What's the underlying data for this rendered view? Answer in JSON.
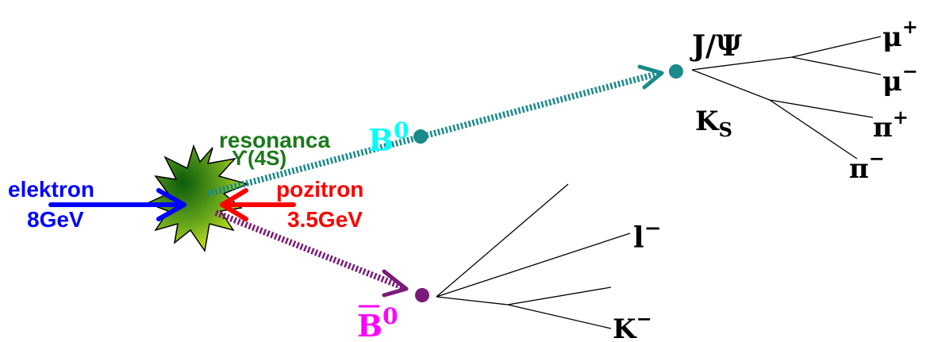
{
  "colors": {
    "electron": "#0000ff",
    "positron": "#ff0000",
    "resonance": "#1a7a1a",
    "b0": "#00ffff",
    "b0_track": "#1a8a8a",
    "b0_dot": "#1a8a8a",
    "b0bar": "#ff00ff",
    "b0bar_track": "#7a1a7a",
    "b0bar_dot": "#7a1a7a",
    "decay_line": "#000000"
  },
  "labels": {
    "resonance_name": "resonanca",
    "resonance_state": "ϒ(4S)",
    "electron_name": "elektron",
    "electron_energy": "8GeV",
    "positron_name": "pozitron",
    "positron_energy": "3.5GeV",
    "b0_base": "B",
    "b0_sup": "0",
    "b0bar_base": "B",
    "b0bar_sup": "0",
    "jpsi": "J/Ψ",
    "ks_base": "K",
    "ks_sub": "S",
    "mu_plus_base": "μ",
    "mu_plus_sup": "+",
    "mu_minus_base": "μ",
    "mu_minus_sup": "−",
    "pi_plus_base": "π",
    "pi_plus_sup": "+",
    "pi_minus_base": "π",
    "pi_minus_sup": "−",
    "lepton_base": "l",
    "lepton_sup": "−",
    "kaon_base": "K",
    "kaon_sup": "−"
  }
}
